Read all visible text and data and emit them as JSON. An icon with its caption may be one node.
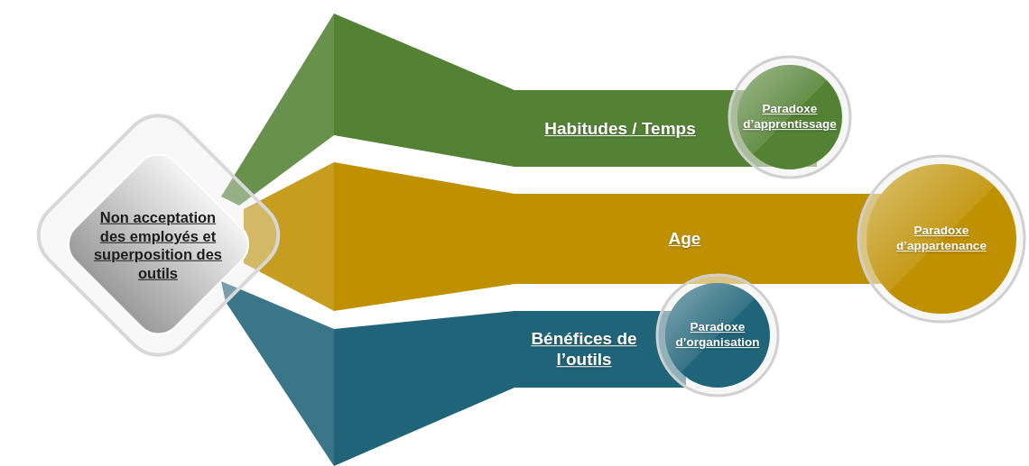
{
  "diagram": {
    "nodes": [
      {
        "text": [
          "Non acceptation des employés et superposition des outils"
        ]
      },
      {
        "text": [
          "Habitudes / Temps"
        ]
      },
      {
        "text": [
          "Age"
        ]
      },
      {
        "text": [
          "Bénéfices de l’outils"
        ]
      },
      {
        "text": [
          "Paradoxe d’apprentissage"
        ]
      },
      {
        "text": [
          "Paradoxe d’appartenance"
        ]
      },
      {
        "text": [
          "Paradoxe d’organisation"
        ]
      }
    ]
  }
}
